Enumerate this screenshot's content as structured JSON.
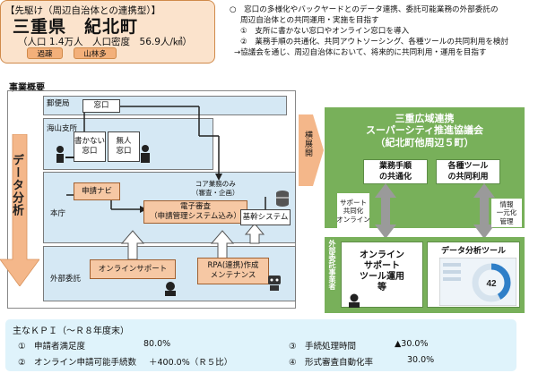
{
  "header": {
    "tag": "【先駆け（周辺自治体との連携型）】",
    "title": "三重県　紀北町",
    "population": "（人口 1.4万人　人口密度　56.9人/㎢）",
    "badges": [
      "過疎",
      "山林多"
    ]
  },
  "intro": {
    "lines": [
      "○　窓口の多様化やバックヤードとのデータ連携、委託可能業務の外部委託の",
      "周辺自治体との共同運用・実施を目指す",
      "①　支所に書かない窓口やオンライン窓口を導入",
      "②　業務手順の共通化、共同アウトソーシング、各種ツールの共同利用を検討",
      "→協議会を通じ、周辺自治体において、将来的に共同利用・運用を目指す"
    ]
  },
  "diagram": {
    "section_title": "事業概要",
    "side_label": "データ分析",
    "bands": {
      "post": "郵便局",
      "branch": "海山支所",
      "hq": "本庁",
      "outsource": "外部委託"
    },
    "boxes": {
      "post_window": "窓口",
      "no_writing": "書かない\n窓口",
      "unmanned": "無人\n窓口",
      "navi": "申請ナビ",
      "core_caption": "コア業務のみ\n（審査・企画）",
      "e_review": "電子審査\n（申請管理システム込み）",
      "core_system": "基幹システム",
      "online_support": "オンラインサポート",
      "rpa": "RPA(連携)作成\nメンテナンス"
    },
    "expand_label": "横展開"
  },
  "council": {
    "title": "三重広域連携\nスーパーシティ推進協議会\n（紀北町他周辺５町）",
    "box_left": "業務手順\nの共通化",
    "box_right": "各種ツール\nの共同利用",
    "side_left": "サポート\n共同化\nオンライン",
    "side_right": "情報\n一元化\n管理",
    "outsource_label": "外部委託事業者",
    "online_tool": "オンライン\nサポート\nツール運用\n等",
    "analysis_tool": "データ分析ツール",
    "gauge_value": "42",
    "gauge_fraction": 0.42
  },
  "kpi": {
    "title": "主なＫＰＩ（～Ｒ８年度末）",
    "items": [
      {
        "label": "①　申請者満足度",
        "value": "80.0%"
      },
      {
        "label": "②　オンライン申請可能手続数",
        "value": "＋400.0%（Ｒ５比）"
      },
      {
        "label": "③　手続処理時間",
        "value": "▲30.0%"
      },
      {
        "label": "④　形式審査自動化率",
        "value": "30.0%"
      }
    ]
  },
  "colors": {
    "orange_card": "#fbe3cc",
    "orange_box": "#f6c8a4",
    "blue_band": "#d5e8f4",
    "green": "#78b05a",
    "kpi_bg": "#dff3fb"
  }
}
